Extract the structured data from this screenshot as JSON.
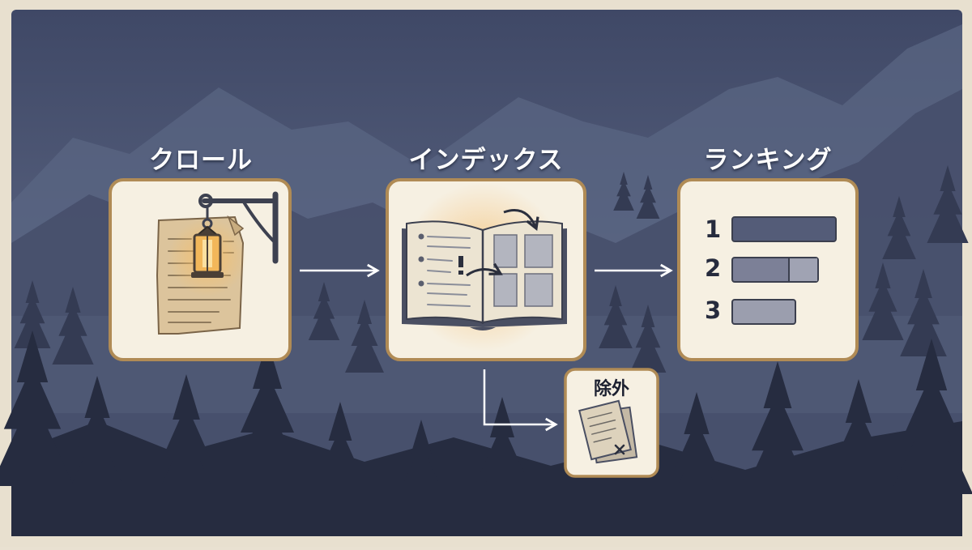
{
  "steps": [
    {
      "id": "crawl",
      "title": "クロール"
    },
    {
      "id": "index",
      "title": "インデックス"
    },
    {
      "id": "ranking",
      "title": "ランキング",
      "ranks": [
        "1",
        "2",
        "3"
      ]
    }
  ],
  "excluded": {
    "title": "除外"
  },
  "colors": {
    "sky": "#4d5878",
    "forest": "#262c40",
    "card_background": "#f6f0e2",
    "card_border": "#b08b55",
    "glow": "#f3b760",
    "rank_bar": "#545c78"
  },
  "icons": [
    "lantern-icon",
    "parchment-icon",
    "open-book-icon",
    "rank-bars-icon",
    "rejected-documents-icon",
    "arrow-icon"
  ]
}
